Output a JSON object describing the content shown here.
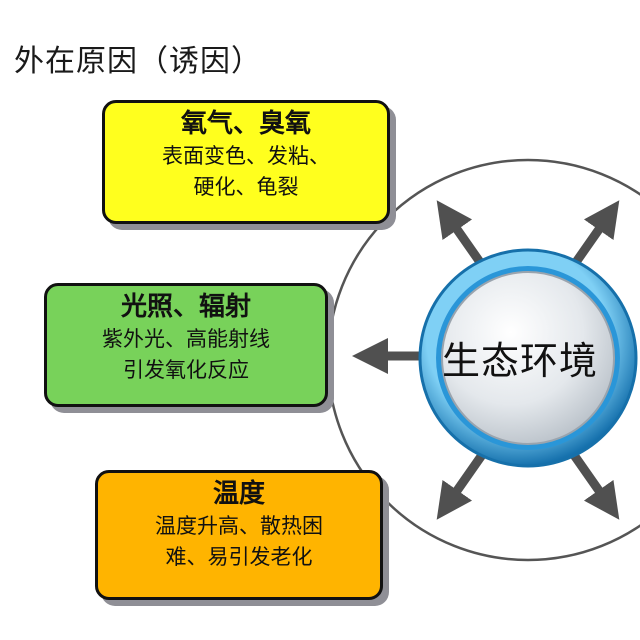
{
  "heading": "外在原因（诱因）",
  "center": {
    "label": "生态环境"
  },
  "boxes": {
    "oxygen": {
      "title": "氧气、臭氧",
      "line1": "表面变色、发粘、",
      "line2": "硬化、龟裂"
    },
    "light": {
      "title": "光照、辐射",
      "line1": "紫外光、高能射线",
      "line2": "引发氧化反应"
    },
    "temp": {
      "title": "温度",
      "line1": "温度升高、散热困",
      "line2": "难、易引发老化"
    }
  },
  "colors": {
    "oxygen_box": "#ffff1e",
    "light_box": "#78d25a",
    "temp_box": "#ffb400",
    "ring_blue": "#1e8fd0",
    "arrow_gray": "#505050"
  }
}
